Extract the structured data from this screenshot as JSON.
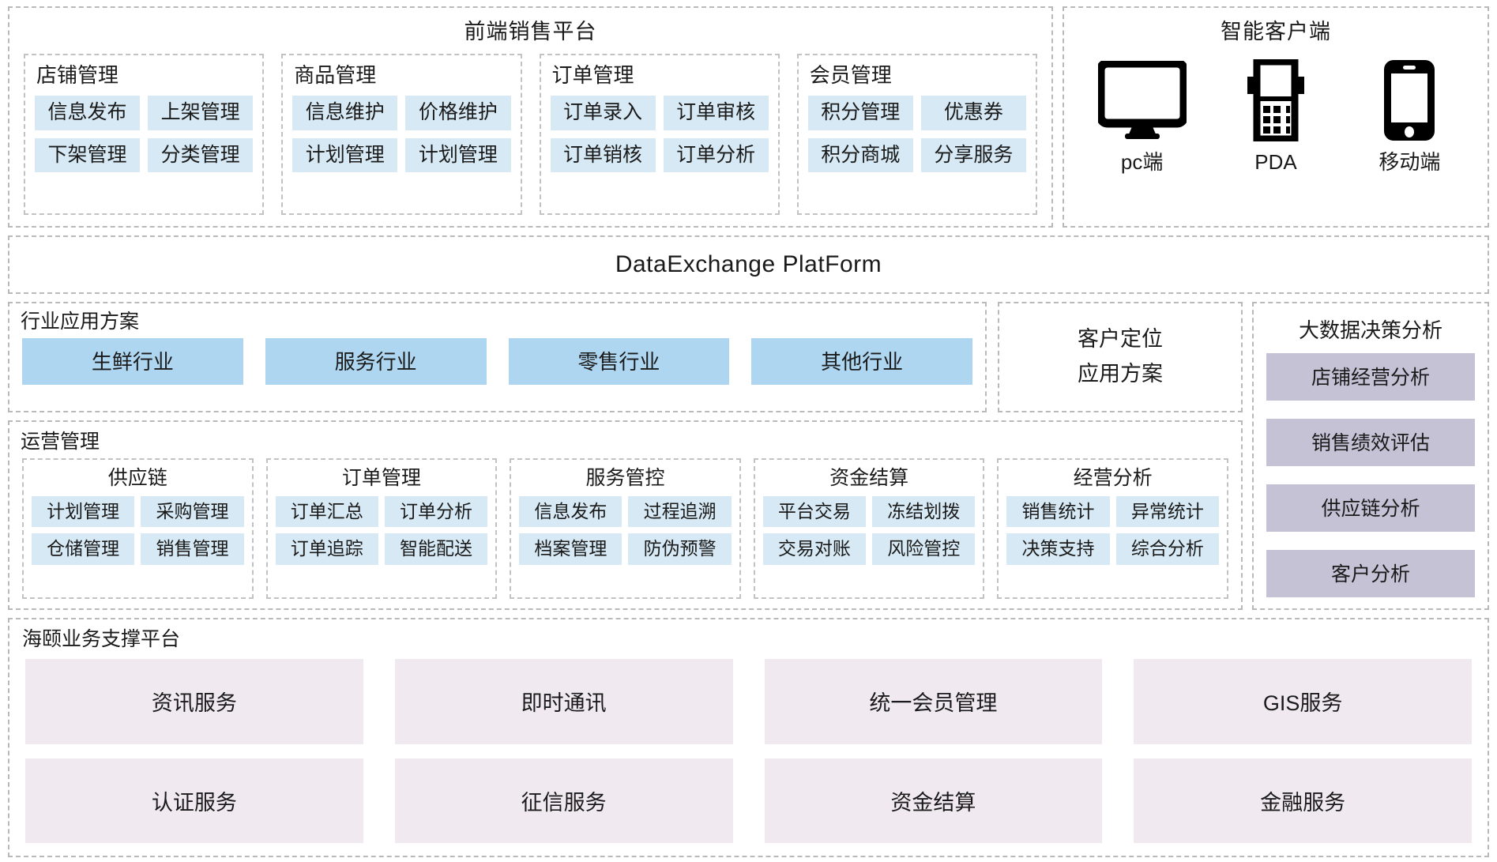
{
  "frontend": {
    "title": "前端销售平台",
    "groups": [
      {
        "title": "店铺管理",
        "items": [
          "信息发布",
          "上架管理",
          "下架管理",
          "分类管理"
        ]
      },
      {
        "title": "商品管理",
        "items": [
          "信息维护",
          "价格维护",
          "计划管理",
          "计划管理"
        ]
      },
      {
        "title": "订单管理",
        "items": [
          "订单录入",
          "订单审核",
          "订单销核",
          "订单分析"
        ]
      },
      {
        "title": "会员管理",
        "items": [
          "积分管理",
          "优惠券",
          "积分商城",
          "分享服务"
        ]
      }
    ]
  },
  "smart_client": {
    "title": "智能客户端",
    "devices": [
      {
        "icon": "monitor-icon",
        "label": "pc端"
      },
      {
        "icon": "pda-icon",
        "label": "PDA"
      },
      {
        "icon": "mobile-phone-icon",
        "label": "移动端"
      }
    ]
  },
  "data_exchange": {
    "title": "DataExchange  PlatForm"
  },
  "industry": {
    "title": "行业应用方案",
    "items": [
      "生鲜行业",
      "服务行业",
      "零售行业",
      "其他行业"
    ]
  },
  "customer_positioning": {
    "line1": "客户定位",
    "line2": "应用方案"
  },
  "operations": {
    "title": "运营管理",
    "groups": [
      {
        "title": "供应链",
        "items": [
          "计划管理",
          "采购管理",
          "仓储管理",
          "销售管理"
        ]
      },
      {
        "title": "订单管理",
        "items": [
          "订单汇总",
          "订单分析",
          "订单追踪",
          "智能配送"
        ]
      },
      {
        "title": "服务管控",
        "items": [
          "信息发布",
          "过程追溯",
          "档案管理",
          "防伪预警"
        ]
      },
      {
        "title": "资金结算",
        "items": [
          "平台交易",
          "冻结划拨",
          "交易对账",
          "风险管控"
        ]
      },
      {
        "title": "经营分析",
        "items": [
          "销售统计",
          "异常统计",
          "决策支持",
          "综合分析"
        ]
      }
    ]
  },
  "big_data": {
    "title": "大数据决策分析",
    "items": [
      "店铺经营分析",
      "销售绩效评估",
      "供应链分析",
      "客户分析"
    ]
  },
  "support_platform": {
    "title": "海颐业务支撑平台",
    "items": [
      "资讯服务",
      "即时通讯",
      "统一会员管理",
      "GIS服务",
      "认证服务",
      "征信服务",
      "资金结算",
      "金融服务"
    ]
  },
  "colors": {
    "chip_blue": "#d6e9f4",
    "industry_blue": "#aed6f0",
    "bigdata_lavender": "#c6c2d6",
    "support_pink": "#f0eaf0",
    "dashed_border": "#b9b9b9"
  }
}
